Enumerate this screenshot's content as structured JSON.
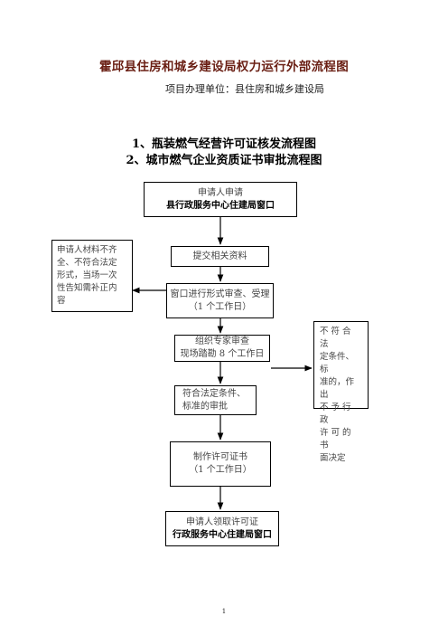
{
  "header": {
    "title": "霍邱县住房和城乡建设局权力运行外部流程图",
    "subtitle": "项目办理单位：县住房和城乡建设局"
  },
  "headings": [
    "1、瓶装燃气经营许可证核发流程图",
    "2、城市燃气企业资质证书审批流程图"
  ],
  "flow": {
    "apply": {
      "line1": "申请人申请",
      "line2": "县行政服务中心住建局窗口"
    },
    "submit": {
      "label": "提交相关资料"
    },
    "review": {
      "line1": "窗口进行形式审查、受理",
      "line2": "（1 个工作日）"
    },
    "expert": {
      "line1": "组织专家审查",
      "line2": "现场踏勘 8 个工作日"
    },
    "approve": {
      "line1": "符合法定条件、",
      "line2": "标准的审批"
    },
    "make": {
      "line1": "制作许可证书",
      "line2": "（1 个工作日）"
    },
    "collect": {
      "line1": "申请人领取许可证",
      "line2": "行政服务中心住建局窗口"
    },
    "incomplete": {
      "lines": [
        "申请人材料不齐",
        "全、不符合法定",
        "形式，当场一次",
        "性告知需补正内",
        "容"
      ]
    },
    "reject": {
      "lines": [
        "不 符 合 法",
        "定条件、标",
        "准的，作出",
        "不 予 行 政",
        "许 可 的 书",
        "面决定"
      ]
    }
  },
  "footer": {
    "page_number": "1"
  }
}
